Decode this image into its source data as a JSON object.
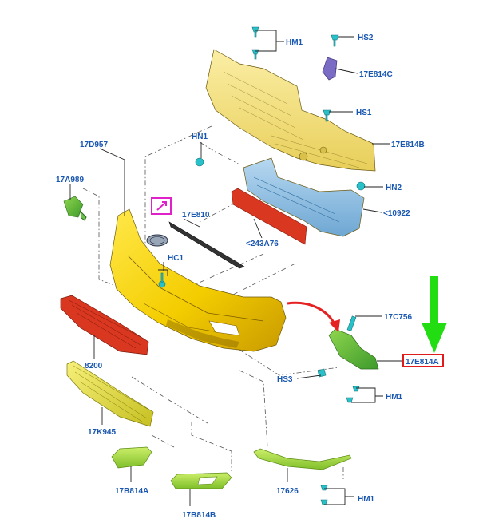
{
  "labels": {
    "hm1_top": "HM1",
    "hs2": "HS2",
    "e814c": "17E814C",
    "hs1": "HS1",
    "e814b": "17E814B",
    "hn1": "HN1",
    "hn2": "HN2",
    "d957": "17D957",
    "a989": "17A989",
    "e810": "17E810",
    "c10922": "<10922",
    "a76": "<243A76",
    "hc1": "HC1",
    "c756": "17C756",
    "e814a": "17E814A",
    "hs3": "HS3",
    "hm1_right": "HM1",
    "p8200": "8200",
    "k945": "17K945",
    "b814a": "17B814A",
    "b814b": "17B814B",
    "p17626": "17626",
    "hm1_bottom": "HM1"
  },
  "colors": {
    "label": "#1a57b0",
    "yellow_part": "#f4d000",
    "light_yellow_part": "#f6e27a",
    "blue_beam": "#8cbde0",
    "red_part": "#d9371f",
    "green_part": "#9bd13a",
    "clip": "#29c1c9",
    "purple_part": "#7a6cc4",
    "highlight_box": "#e01b1b",
    "magenta_box": "#e020c8",
    "arrow_green": "#22dd11",
    "arrow_red": "#e52222"
  },
  "icons": {
    "new_window_icon": "arrow-up-right-icon",
    "ford_emblem": "ford-oval-icon"
  }
}
